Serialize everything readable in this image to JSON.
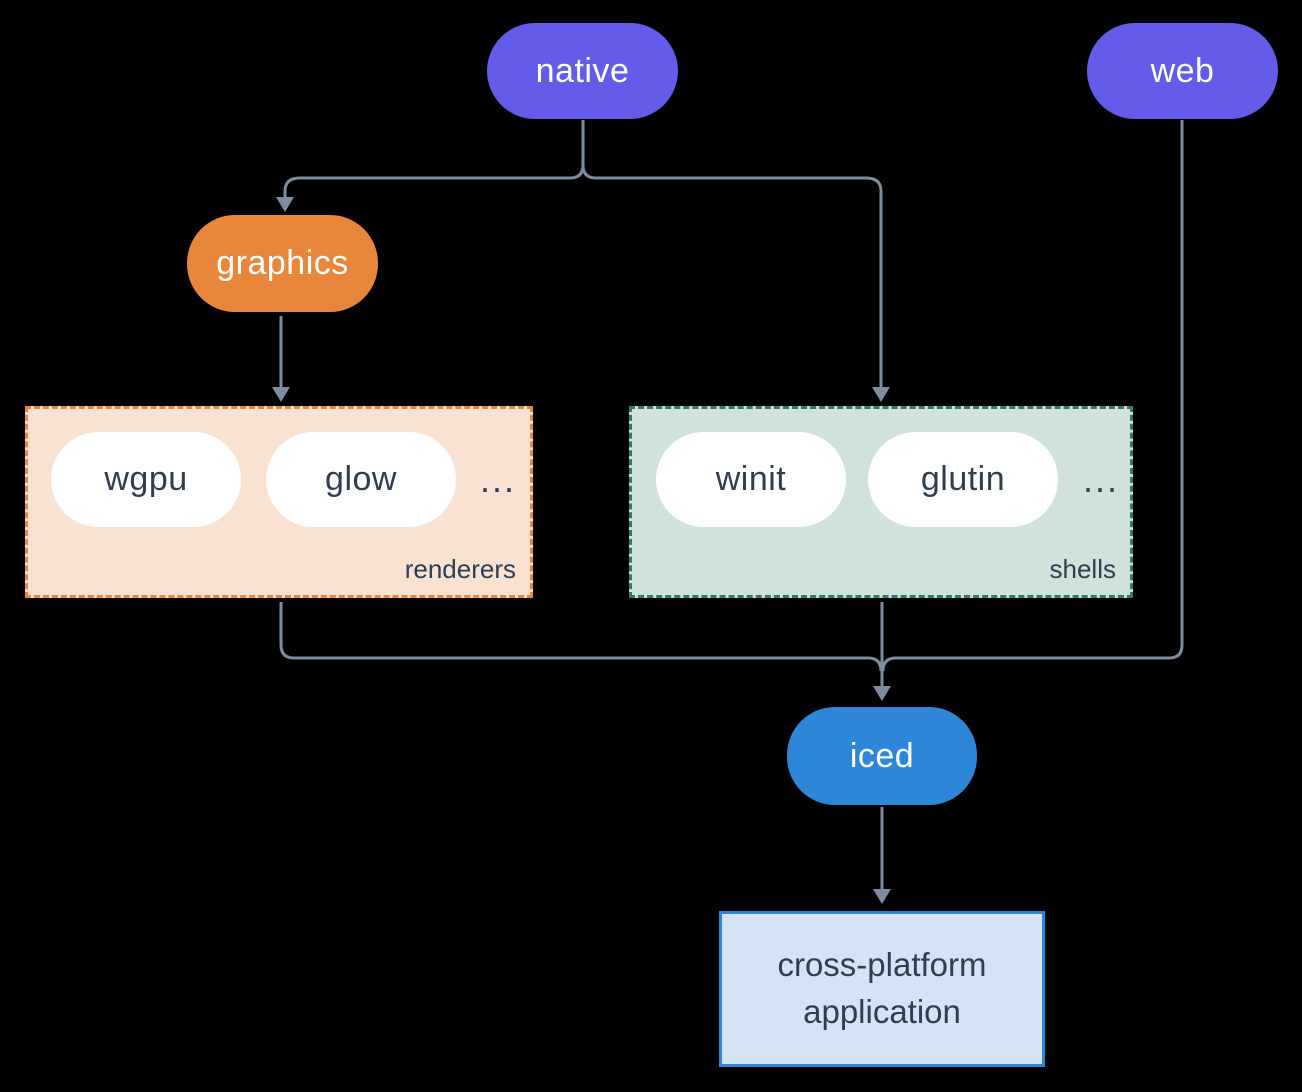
{
  "colors": {
    "background": "#000000",
    "node-purple": "#635CE8",
    "node-orange": "#E8863B",
    "node-blue": "#2E86D9",
    "renderers-bg": "#F9E2D2",
    "renderers-border": "#E8863B",
    "shells-bg": "#D0E2DC",
    "shells-border": "#35796B",
    "app-bg": "#D2E4F6",
    "app-border": "#2E86D9",
    "line": "#7E8CA0",
    "dark-text": "#2F3E50",
    "white-text": "#FFFFFF"
  },
  "nodes": {
    "native": {
      "label": "native"
    },
    "web": {
      "label": "web"
    },
    "graphics": {
      "label": "graphics"
    },
    "iced": {
      "label": "iced"
    },
    "application": {
      "line1": "cross-platform",
      "line2": "application"
    }
  },
  "groups": {
    "renderers": {
      "label": "renderers",
      "items": [
        {
          "label": "wgpu"
        },
        {
          "label": "glow"
        }
      ],
      "ellipsis": "..."
    },
    "shells": {
      "label": "shells",
      "items": [
        {
          "label": "winit"
        },
        {
          "label": "glutin"
        }
      ],
      "ellipsis": "..."
    }
  }
}
